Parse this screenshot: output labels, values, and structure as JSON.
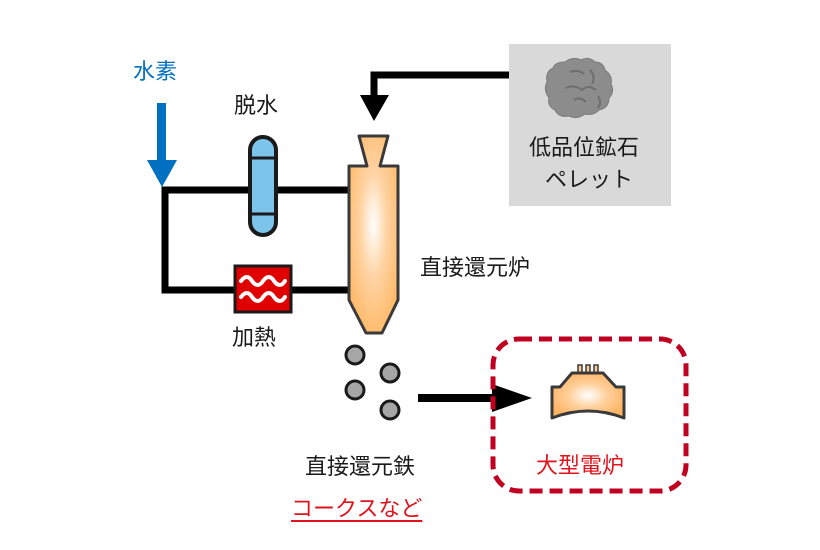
{
  "labels": {
    "hydrogen": "水素",
    "dehydration": "脱水",
    "heating": "加熱",
    "direct_reduction_furnace": "直接還元炉",
    "ore_line1": "低品位鉱石",
    "ore_line2": "ペレット",
    "dri": "直接還元鉄",
    "coke_etc": "コークスなど",
    "eaf": "大型電炉"
  },
  "colors": {
    "hydrogen_blue": "#0070c0",
    "dehydrator_fill": "#7cc4ea",
    "heater_red": "#e00000",
    "furnace_orange": "#ffbe78",
    "pellet_gray": "#a6a6a6",
    "ore_box_gray": "#d9d9d9",
    "highlight_red": "#c00020",
    "coke_text_red": "#e0141e"
  }
}
